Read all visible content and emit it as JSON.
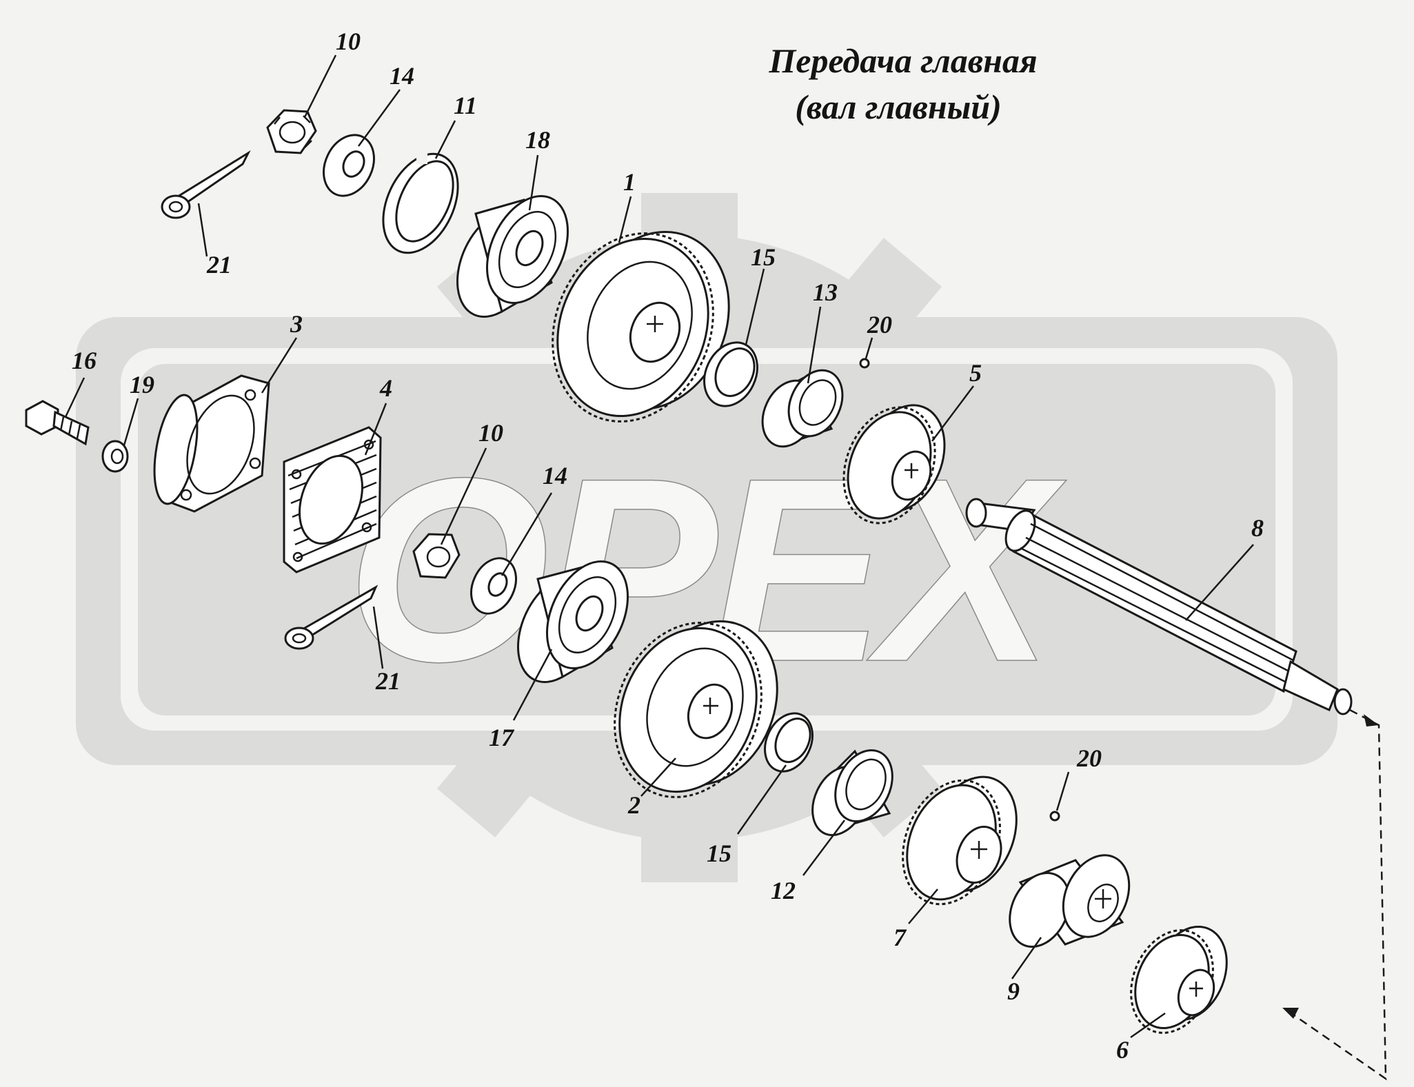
{
  "title": {
    "line1": "Передача главная",
    "line2": "(вал главный)"
  },
  "watermark": {
    "text": "OPEX"
  },
  "callouts": {
    "p1": "1",
    "p2": "2",
    "p3": "3",
    "p4": "4",
    "p5": "5",
    "p6": "6",
    "p7": "7",
    "p8": "8",
    "p9": "9",
    "p10a": "10",
    "p10b": "10",
    "p11": "11",
    "p12": "12",
    "p13": "13",
    "p14a": "14",
    "p14b": "14",
    "p15a": "15",
    "p15b": "15",
    "p16": "16",
    "p17": "17",
    "p18": "18",
    "p19": "19",
    "p20a": "20",
    "p20b": "20",
    "p21a": "21",
    "p21b": "21"
  },
  "colors": {
    "background": "#f3f3f1",
    "watermark": "#dcdcdb",
    "line": "#1a1a1a"
  }
}
